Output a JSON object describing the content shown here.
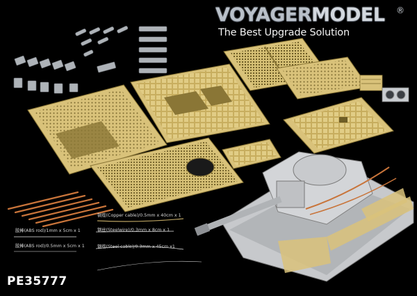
{
  "brand": {
    "name_part1": "VOYAGER",
    "name_part2": "MODEL",
    "registered_mark": "®",
    "tagline": "The Best Upgrade Solution"
  },
  "product": {
    "code": "PE35777"
  },
  "material_labels": {
    "abs_rod_1mm": "胶棒(ABS rod)/1mm x 5cm x 1",
    "abs_rod_05mm": "胶棒(ABS rod)/0.5mm x 5cm x 1",
    "copper_cable": "铜缆(Copper cable)/0.5mm x 40cm x 1",
    "steel_wire": "钢丝(Steelwire)/0.3mm x 8cm x 1",
    "steel_cable": "钢缆(Steel cable)/0.3mm x 45cm x1"
  },
  "colors": {
    "background": "#000000",
    "brass": "#d9c27a",
    "brass_dark": "#8a7636",
    "resin_grey": "#b8bcc0",
    "copper": "#c8743a",
    "logo_silver": "#c9cfd6"
  }
}
